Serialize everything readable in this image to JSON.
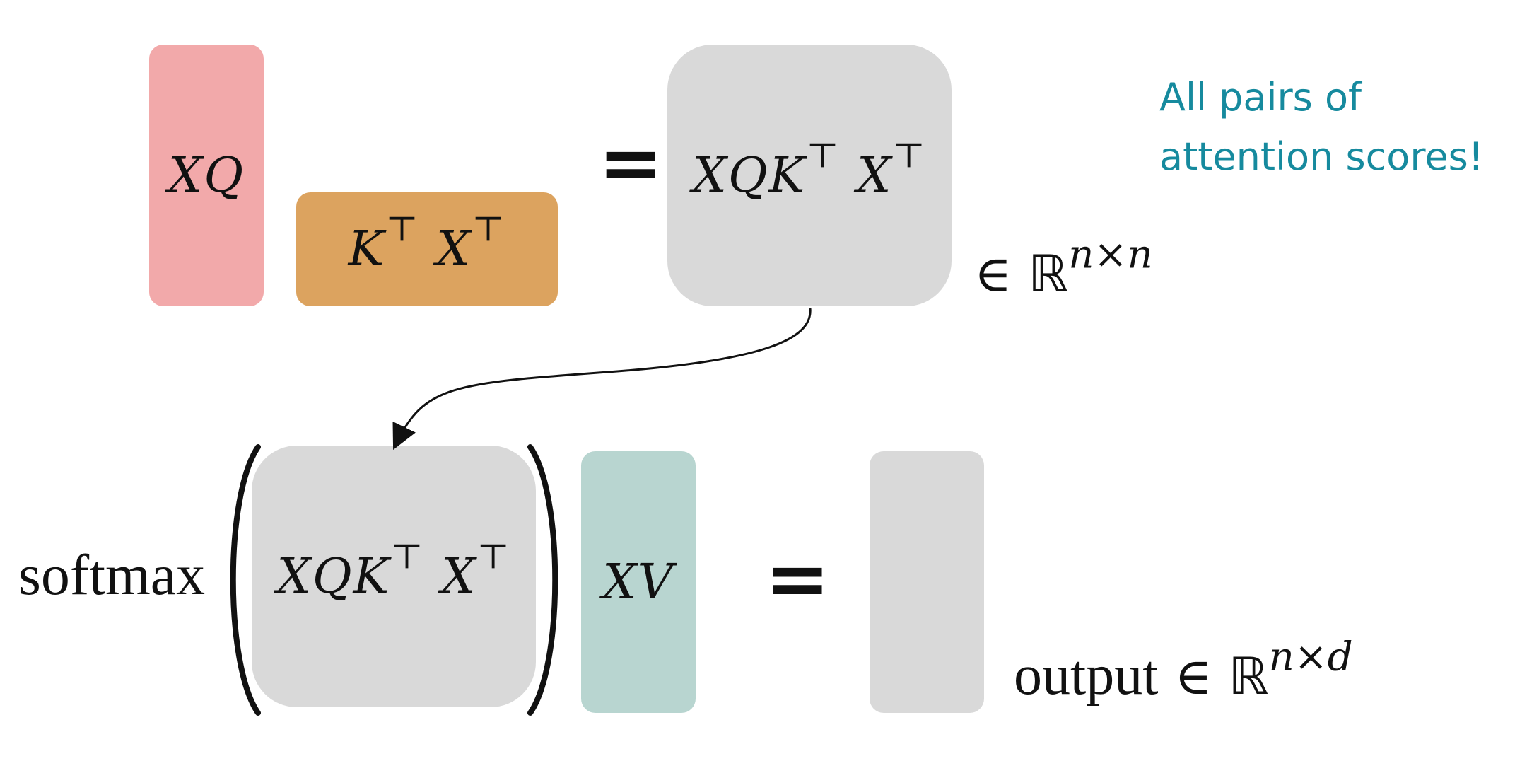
{
  "top_equation": {
    "xq_label": "XQ",
    "kx_label": {
      "k": "K",
      "k_sup": "⊤",
      "x": "X",
      "x_sup": "⊤"
    },
    "equals": "=",
    "result_label": {
      "xq": "XQK",
      "k_sup": "⊤",
      "x": "X",
      "x_sup": "⊤"
    },
    "membership": {
      "symbol": "∈",
      "set": "ℝ",
      "dims": "n×n"
    }
  },
  "annotation": {
    "line1": "All pairs of",
    "line2": "attention scores!"
  },
  "bottom_equation": {
    "function_label": "softmax",
    "inner_label": {
      "xq": "XQK",
      "k_sup": "⊤",
      "x": "X",
      "x_sup": "⊤"
    },
    "xv_label": "XV",
    "equals": "=",
    "output_label": "output",
    "membership": {
      "symbol": "∈",
      "set": "ℝ",
      "dims": "n×d"
    }
  },
  "colors": {
    "xq_box": "#f2a9aa",
    "kx_box": "#dca35f",
    "gray_box": "#d9d9d9",
    "xv_box": "#b8d5d0",
    "annotation_text": "#168a9e",
    "ink": "#111111"
  }
}
